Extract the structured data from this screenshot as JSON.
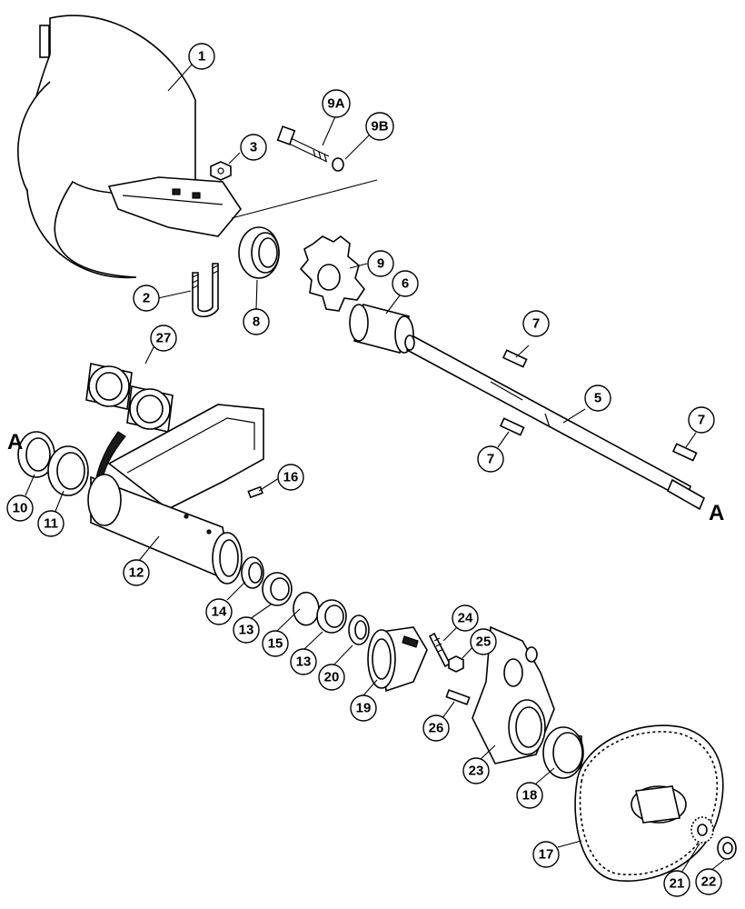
{
  "callouts": {
    "c1": "1",
    "c2": "2",
    "c3": "3",
    "c5": "5",
    "c6": "6",
    "c7a": "7",
    "c7b": "7",
    "c7c": "7",
    "c8": "8",
    "c9": "9",
    "c9a": "9A",
    "c9b": "9B",
    "c10": "10",
    "c11": "11",
    "c12": "12",
    "c13a": "13",
    "c13b": "13",
    "c14": "14",
    "c15": "15",
    "c16": "16",
    "c17": "17",
    "c18": "18",
    "c19": "19",
    "c20": "20",
    "c21": "21",
    "c22": "22",
    "c23": "23",
    "c24": "24",
    "c25": "25",
    "c26": "26",
    "c27": "27"
  },
  "markers": {
    "left": "A",
    "right": "A"
  }
}
